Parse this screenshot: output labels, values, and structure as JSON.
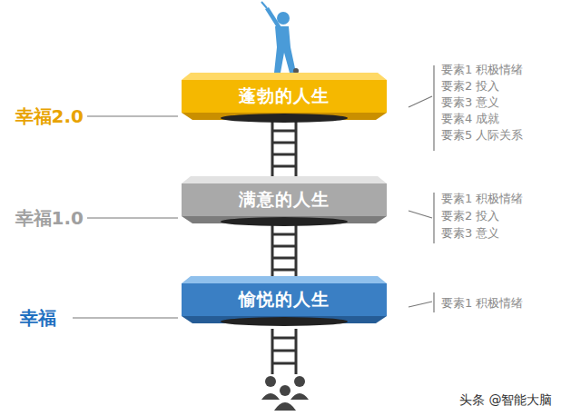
{
  "diagram": {
    "nodes": [
      {
        "text": [
          "蓬勃的人生"
        ]
      },
      {
        "text": [
          "满意的人生"
        ]
      },
      {
        "text": [
          "愉悦的人生"
        ]
      }
    ],
    "edges": [
      {
        "from": 2,
        "to": 1,
        "arrow": "none"
      },
      {
        "from": 1,
        "to": 0,
        "arrow": "none"
      }
    ],
    "labels": [
      "幸福2.0",
      "要素1 积极情绪",
      "要素2 投入",
      "要素3 意义",
      "要素4 成就",
      "要素5 人际关系",
      "幸福1.0",
      "要素1 积极情绪",
      "要素2 投入",
      "要素3 意义",
      "幸福",
      "要素1 积极情绪",
      "头条 @智能大脑"
    ]
  }
}
